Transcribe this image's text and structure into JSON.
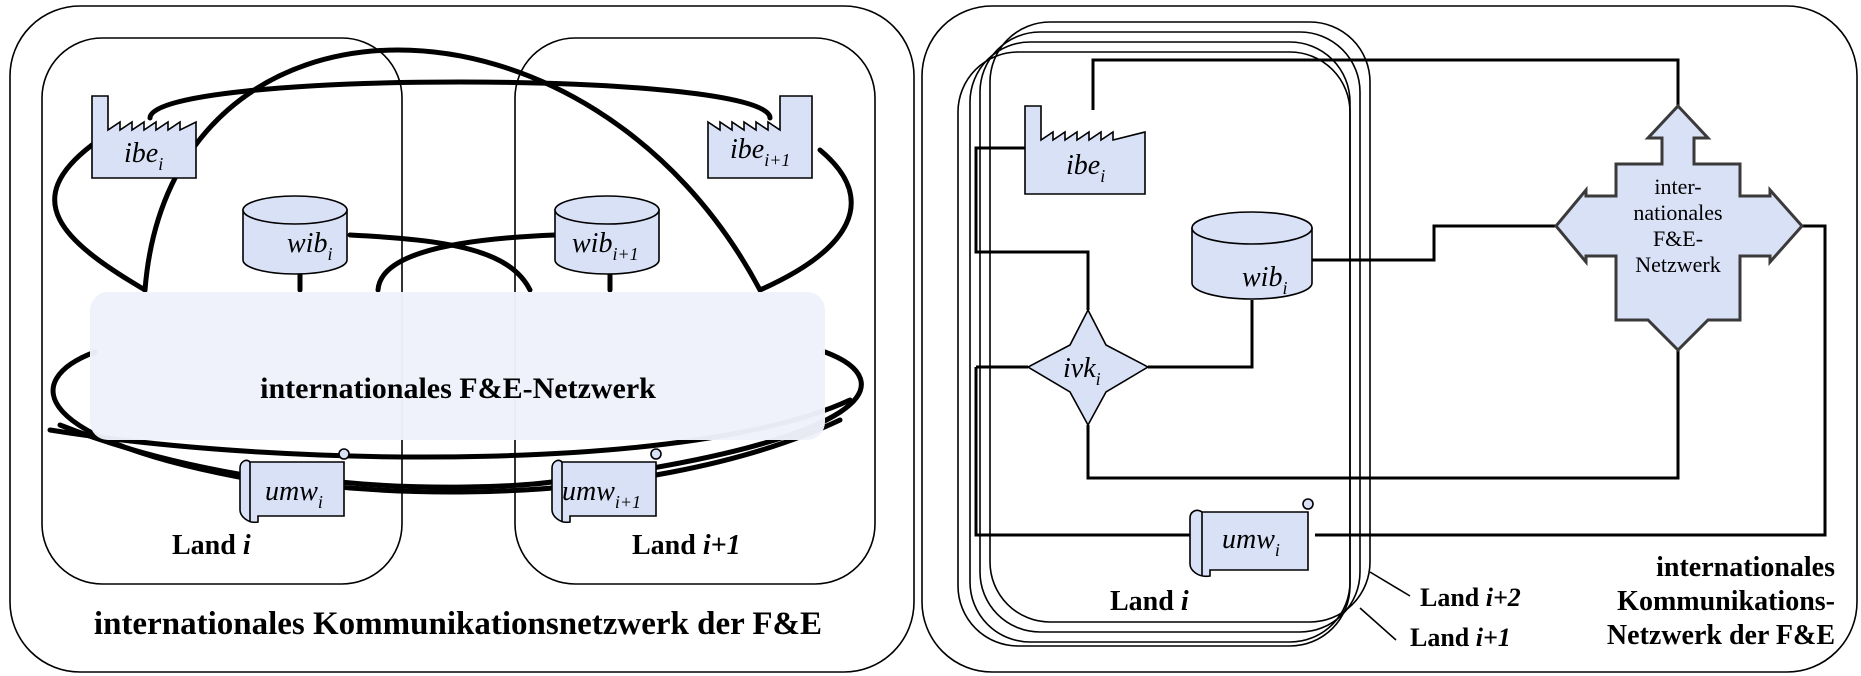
{
  "left": {
    "caption": "internationales Kommunikationsnetzwerk der F&E",
    "overlay_label": "internationales F&E-Netzwerk",
    "country_a": {
      "word": "Land",
      "index": "i"
    },
    "country_b": {
      "word": "Land",
      "index": "i+1"
    },
    "ibe_a": {
      "base": "ibe",
      "sub": "i"
    },
    "ibe_b": {
      "base": "ibe",
      "sub": "i+1"
    },
    "wib_a": {
      "base": "wib",
      "sub": "i"
    },
    "wib_b": {
      "base": "wib",
      "sub": "i+1"
    },
    "umw_a": {
      "base": "umw",
      "sub": "i"
    },
    "umw_b": {
      "base": "umw",
      "sub": "i+1"
    }
  },
  "right": {
    "ibe": {
      "base": "ibe",
      "sub": "i"
    },
    "wib": {
      "base": "wib",
      "sub": "i"
    },
    "ivk": {
      "base": "ivk",
      "sub": "i"
    },
    "umw": {
      "base": "umw",
      "sub": "i"
    },
    "hub_lines": [
      "inter-",
      "nationales",
      "F&E-",
      "Netzwerk"
    ],
    "country_front": {
      "word": "Land",
      "index": "i"
    },
    "country_mid": {
      "word": "Land",
      "index": "i+2"
    },
    "country_back": {
      "word": "Land",
      "index": "i+1"
    },
    "caption_lines": [
      "internationales",
      "Kommunikations-",
      "Netzwerk der F&E"
    ]
  },
  "colors": {
    "node_fill": "#d9e1f7",
    "overlay_fill": "#eef2fb"
  }
}
